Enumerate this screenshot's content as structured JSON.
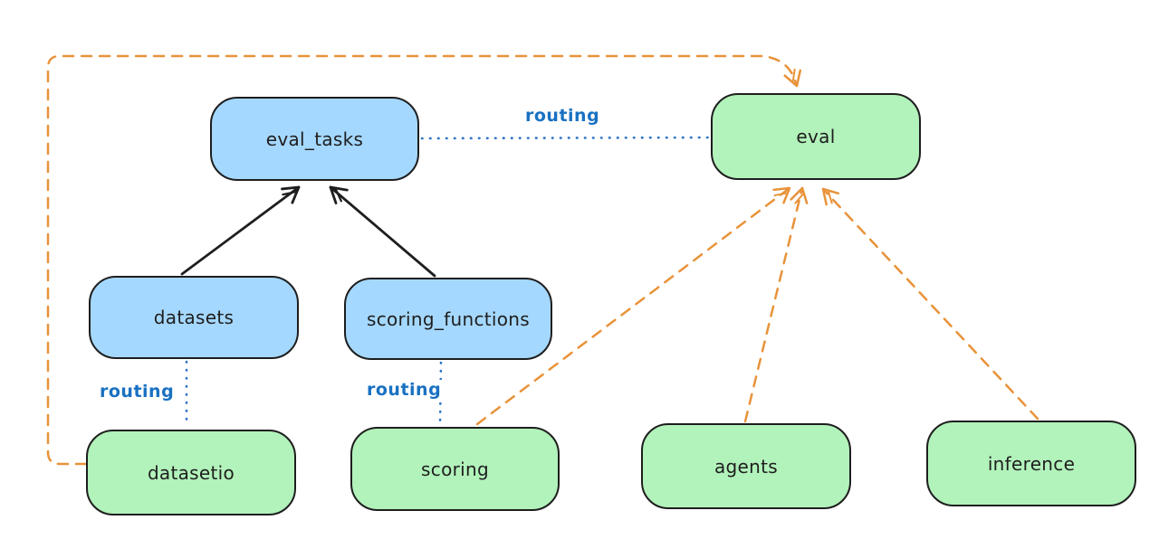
{
  "diagram": {
    "type": "architecture-graph",
    "background": "#ffffff",
    "colors": {
      "blue_node_fill": "#a5d8ff",
      "green_node_fill": "#b2f2bb",
      "node_stroke": "#1e1e1e",
      "routing_blue": "#1971c2",
      "dashed_orange": "#e8933a",
      "solid_black": "#1e1e1e"
    },
    "nodes": [
      {
        "id": "eval_tasks",
        "label": "eval_tasks",
        "kind": "blue"
      },
      {
        "id": "eval",
        "label": "eval",
        "kind": "green"
      },
      {
        "id": "datasets",
        "label": "datasets",
        "kind": "blue"
      },
      {
        "id": "scoring_functions",
        "label": "scoring_functions",
        "kind": "blue"
      },
      {
        "id": "datasetio",
        "label": "datasetio",
        "kind": "green"
      },
      {
        "id": "scoring",
        "label": "scoring",
        "kind": "green"
      },
      {
        "id": "agents",
        "label": "agents",
        "kind": "green"
      },
      {
        "id": "inference",
        "label": "inference",
        "kind": "green"
      }
    ],
    "edges": [
      {
        "from": "datasets",
        "to": "eval_tasks",
        "style": "solid",
        "arrow": true,
        "color": "black"
      },
      {
        "from": "scoring_functions",
        "to": "eval_tasks",
        "style": "solid",
        "arrow": true,
        "color": "black"
      },
      {
        "from": "eval_tasks",
        "to": "eval",
        "style": "dotted",
        "arrow": false,
        "color": "blue",
        "label": "routing"
      },
      {
        "from": "datasets",
        "to": "datasetio",
        "style": "dotted",
        "arrow": false,
        "color": "blue",
        "label": "routing"
      },
      {
        "from": "scoring_functions",
        "to": "scoring",
        "style": "dotted",
        "arrow": false,
        "color": "blue",
        "label": "routing"
      },
      {
        "from": "datasetio",
        "to": "eval",
        "style": "dashed",
        "arrow": true,
        "color": "orange"
      },
      {
        "from": "scoring",
        "to": "eval",
        "style": "dashed",
        "arrow": true,
        "color": "orange"
      },
      {
        "from": "agents",
        "to": "eval",
        "style": "dashed",
        "arrow": true,
        "color": "orange"
      },
      {
        "from": "inference",
        "to": "eval",
        "style": "dashed",
        "arrow": true,
        "color": "orange"
      }
    ]
  }
}
